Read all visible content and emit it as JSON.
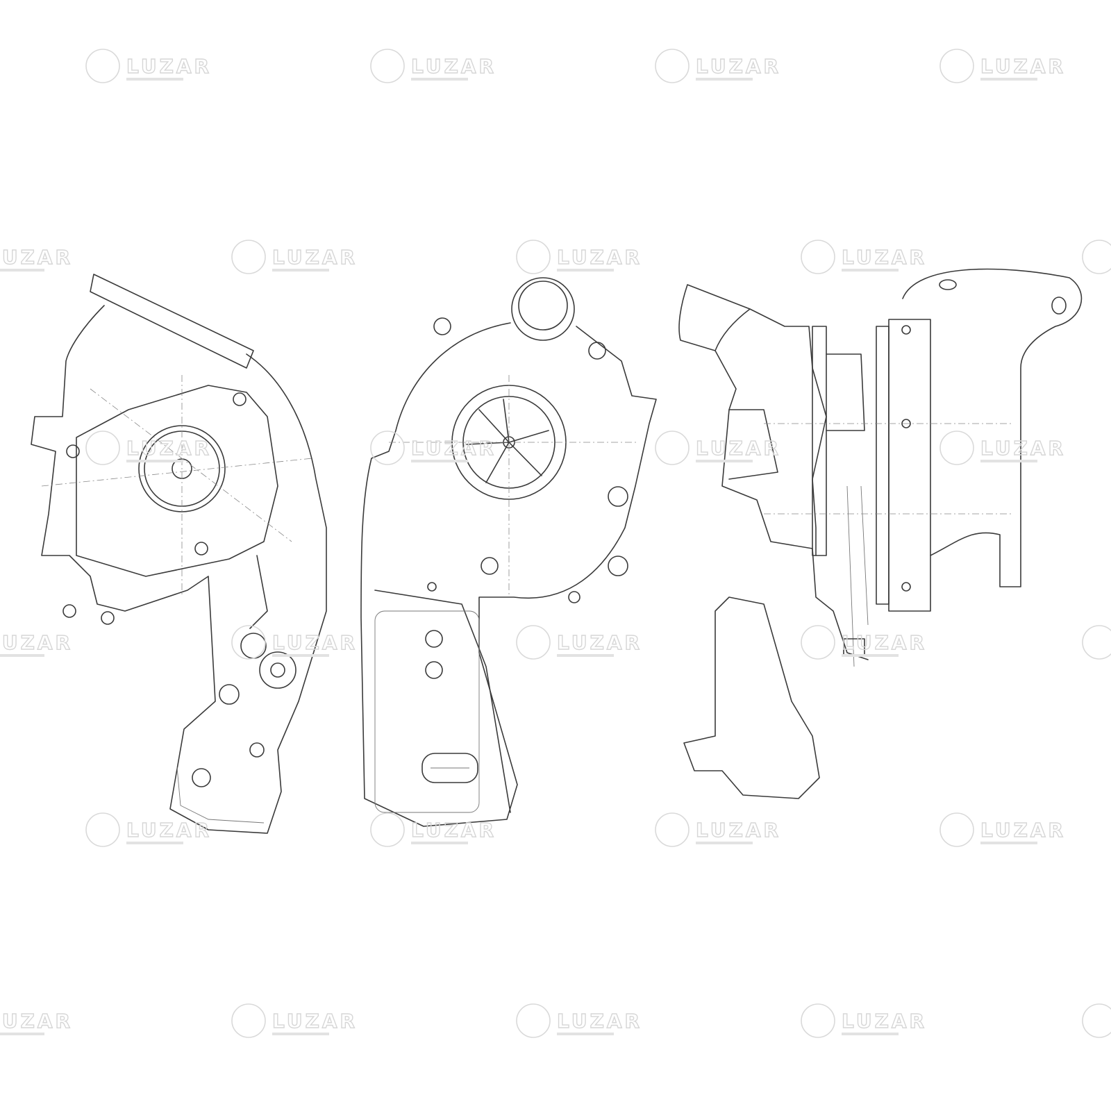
{
  "watermark": {
    "brand": "LUZAR"
  },
  "drawing": {
    "views": [
      "front-view",
      "rear-view",
      "side-view"
    ]
  }
}
